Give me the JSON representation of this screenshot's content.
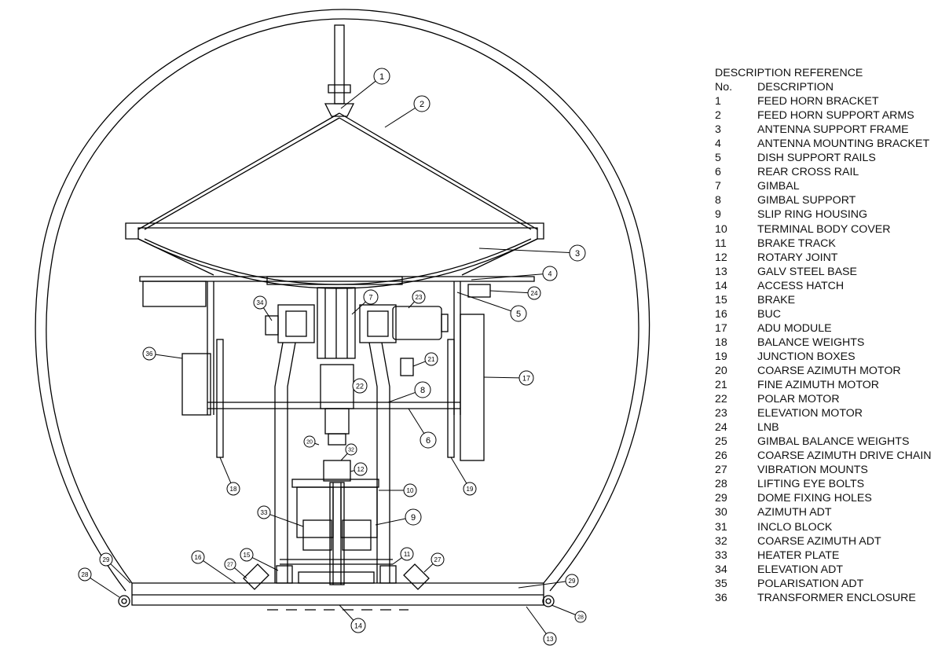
{
  "legend": {
    "title": "DESCRIPTION REFERENCE",
    "col_no": "No.",
    "col_desc": "DESCRIPTION",
    "items": [
      {
        "no": "1",
        "desc": "FEED HORN BRACKET"
      },
      {
        "no": "2",
        "desc": "FEED HORN SUPPORT ARMS"
      },
      {
        "no": "3",
        "desc": "ANTENNA SUPPORT FRAME"
      },
      {
        "no": "4",
        "desc": "ANTENNA MOUNTING BRACKET"
      },
      {
        "no": "5",
        "desc": "DISH SUPPORT RAILS"
      },
      {
        "no": "6",
        "desc": "REAR CROSS RAIL"
      },
      {
        "no": "7",
        "desc": "GIMBAL"
      },
      {
        "no": "8",
        "desc": "GIMBAL SUPPORT"
      },
      {
        "no": "9",
        "desc": "SLIP RING HOUSING"
      },
      {
        "no": "10",
        "desc": "TERMINAL BODY COVER"
      },
      {
        "no": "11",
        "desc": "BRAKE TRACK"
      },
      {
        "no": "12",
        "desc": "ROTARY JOINT"
      },
      {
        "no": "13",
        "desc": "GALV STEEL BASE"
      },
      {
        "no": "14",
        "desc": "ACCESS HATCH"
      },
      {
        "no": "15",
        "desc": "BRAKE"
      },
      {
        "no": "16",
        "desc": "BUC"
      },
      {
        "no": "17",
        "desc": "ADU MODULE"
      },
      {
        "no": "18",
        "desc": "BALANCE WEIGHTS"
      },
      {
        "no": "19",
        "desc": "JUNCTION BOXES"
      },
      {
        "no": "20",
        "desc": "COARSE AZIMUTH MOTOR"
      },
      {
        "no": "21",
        "desc": "FINE AZIMUTH MOTOR"
      },
      {
        "no": "22",
        "desc": "POLAR MOTOR"
      },
      {
        "no": "23",
        "desc": "ELEVATION MOTOR"
      },
      {
        "no": "24",
        "desc": "LNB"
      },
      {
        "no": "25",
        "desc": "GIMBAL BALANCE WEIGHTS"
      },
      {
        "no": "26",
        "desc": "COARSE AZIMUTH DRIVE CHAIN"
      },
      {
        "no": "27",
        "desc": "VIBRATION MOUNTS"
      },
      {
        "no": "28",
        "desc": "LIFTING EYE BOLTS"
      },
      {
        "no": "29",
        "desc": "DOME FIXING HOLES"
      },
      {
        "no": "30",
        "desc": "AZIMUTH ADT"
      },
      {
        "no": "31",
        "desc": "INCLO BLOCK"
      },
      {
        "no": "32",
        "desc": "COARSE AZIMUTH ADT"
      },
      {
        "no": "33",
        "desc": "HEATER PLATE"
      },
      {
        "no": "34",
        "desc": "ELEVATION ADT"
      },
      {
        "no": "35",
        "desc": "POLARISATION ADT"
      },
      {
        "no": "36",
        "desc": "TRANSFORMER ENCLOSURE"
      }
    ]
  },
  "callouts": [
    {
      "label": "1"
    },
    {
      "label": "2"
    },
    {
      "label": "3"
    },
    {
      "label": "4"
    },
    {
      "label": "24"
    },
    {
      "label": "5"
    },
    {
      "label": "7"
    },
    {
      "label": "23"
    },
    {
      "label": "34"
    },
    {
      "label": "36"
    },
    {
      "label": "21"
    },
    {
      "label": "17"
    },
    {
      "label": "22"
    },
    {
      "label": "8"
    },
    {
      "label": "6"
    },
    {
      "label": "20"
    },
    {
      "label": "32"
    },
    {
      "label": "12"
    },
    {
      "label": "18"
    },
    {
      "label": "19"
    },
    {
      "label": "10"
    },
    {
      "label": "33"
    },
    {
      "label": "9"
    },
    {
      "label": "16"
    },
    {
      "label": "15"
    },
    {
      "label": "11"
    },
    {
      "label": "27"
    },
    {
      "label": "27"
    },
    {
      "label": "28"
    },
    {
      "label": "29"
    },
    {
      "label": "29"
    },
    {
      "label": "28"
    },
    {
      "label": "14"
    },
    {
      "label": "13"
    }
  ]
}
